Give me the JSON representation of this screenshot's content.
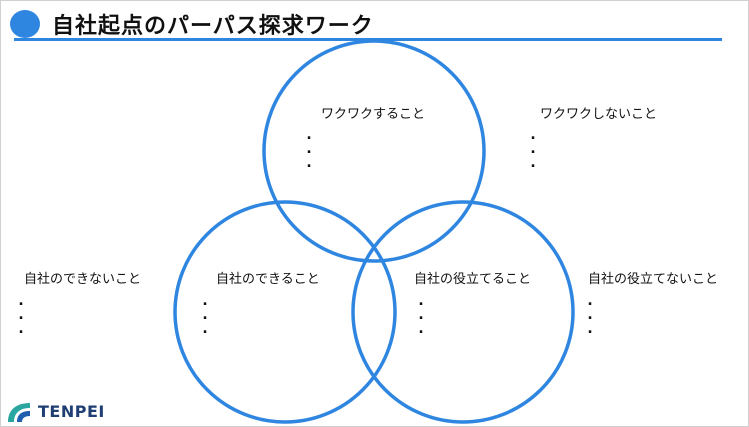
{
  "header": {
    "title": "自社起点のパーパス探求ワーク"
  },
  "diagram": {
    "circles": [
      "ワクワクすること",
      "自社のできること",
      "自社の役立てること"
    ],
    "outside_labels": [
      "ワクワクしないこと",
      "自社のできないこと",
      "自社の役立てないこと"
    ],
    "placeholder": ".",
    "circle_color": "#2f86e0"
  },
  "footer": {
    "logo_text": "TENPEI"
  }
}
